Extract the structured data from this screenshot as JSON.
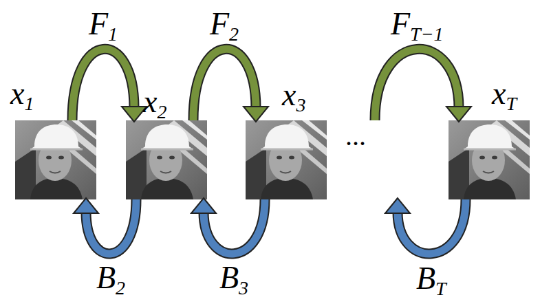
{
  "diagram": {
    "nodes": [
      {
        "text": [
          "x1"
        ]
      },
      {
        "text": [
          "x2"
        ]
      },
      {
        "text": [
          "x3"
        ]
      },
      {
        "text": [
          "xT"
        ]
      }
    ],
    "edges": [
      {
        "from": 0,
        "to": 1,
        "arrow": "to",
        "label": "F1"
      },
      {
        "from": 1,
        "to": 2,
        "arrow": "to",
        "label": "F2"
      },
      {
        "from": 1,
        "to": 0,
        "arrow": "to",
        "label": "B2"
      },
      {
        "from": 2,
        "to": 1,
        "arrow": "to",
        "label": "B3"
      }
    ],
    "labels": [
      "...",
      "FT−1",
      "BT"
    ]
  }
}
